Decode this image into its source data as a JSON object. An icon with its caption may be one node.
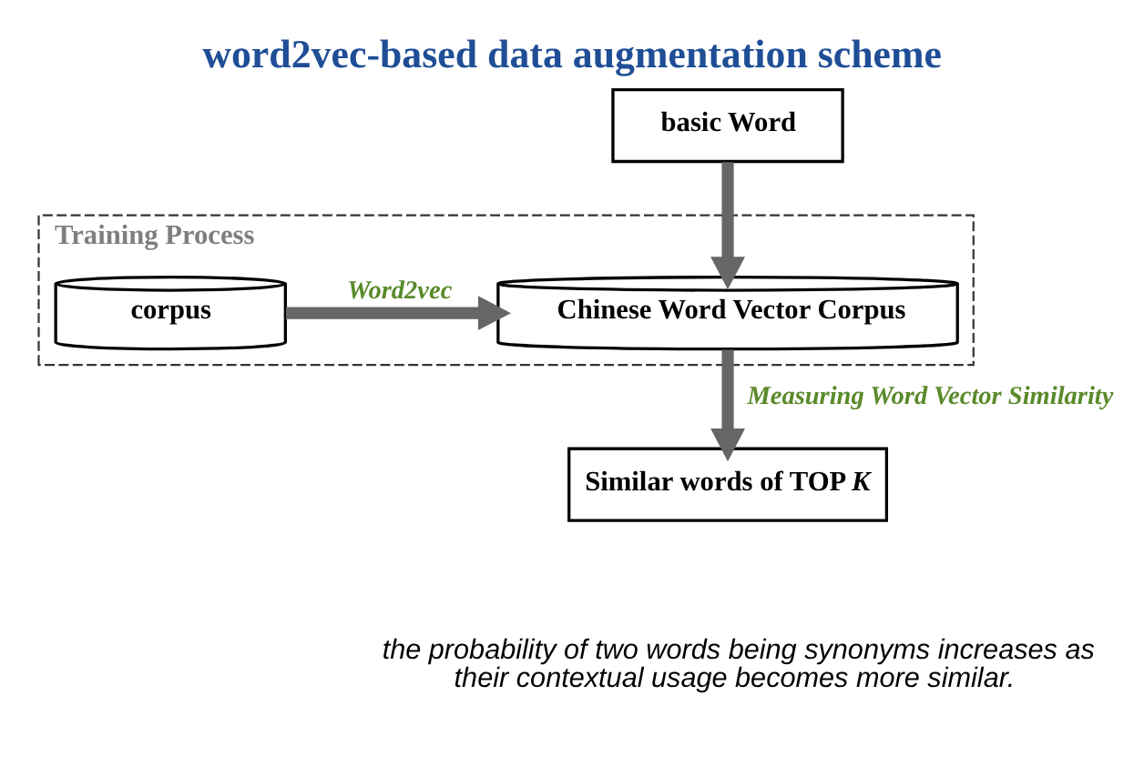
{
  "diagram": {
    "title": "word2vec-based data augmentation scheme",
    "caption": "the probability of two words being synonyms increases as their contextual usage becomes more similar.",
    "nodes": [
      {
        "text": [
          "Training Process"
        ]
      },
      {
        "text": [
          "corpus"
        ],
        "in": 0
      },
      {
        "text": [
          "Chinese Word Vector Corpus"
        ],
        "in": 0
      },
      {
        "text": [
          "basic Word"
        ]
      },
      {
        "text": [
          "Similar words of TOP *K*"
        ]
      }
    ],
    "edges": [
      {
        "from": 1,
        "to": 2,
        "arrow": "to",
        "label": "Word2vec"
      },
      {
        "from": 3,
        "to": 2,
        "arrow": "to"
      },
      {
        "from": 2,
        "to": 4,
        "arrow": "to",
        "label": "Measuring Word Vector Similarity"
      }
    ]
  }
}
